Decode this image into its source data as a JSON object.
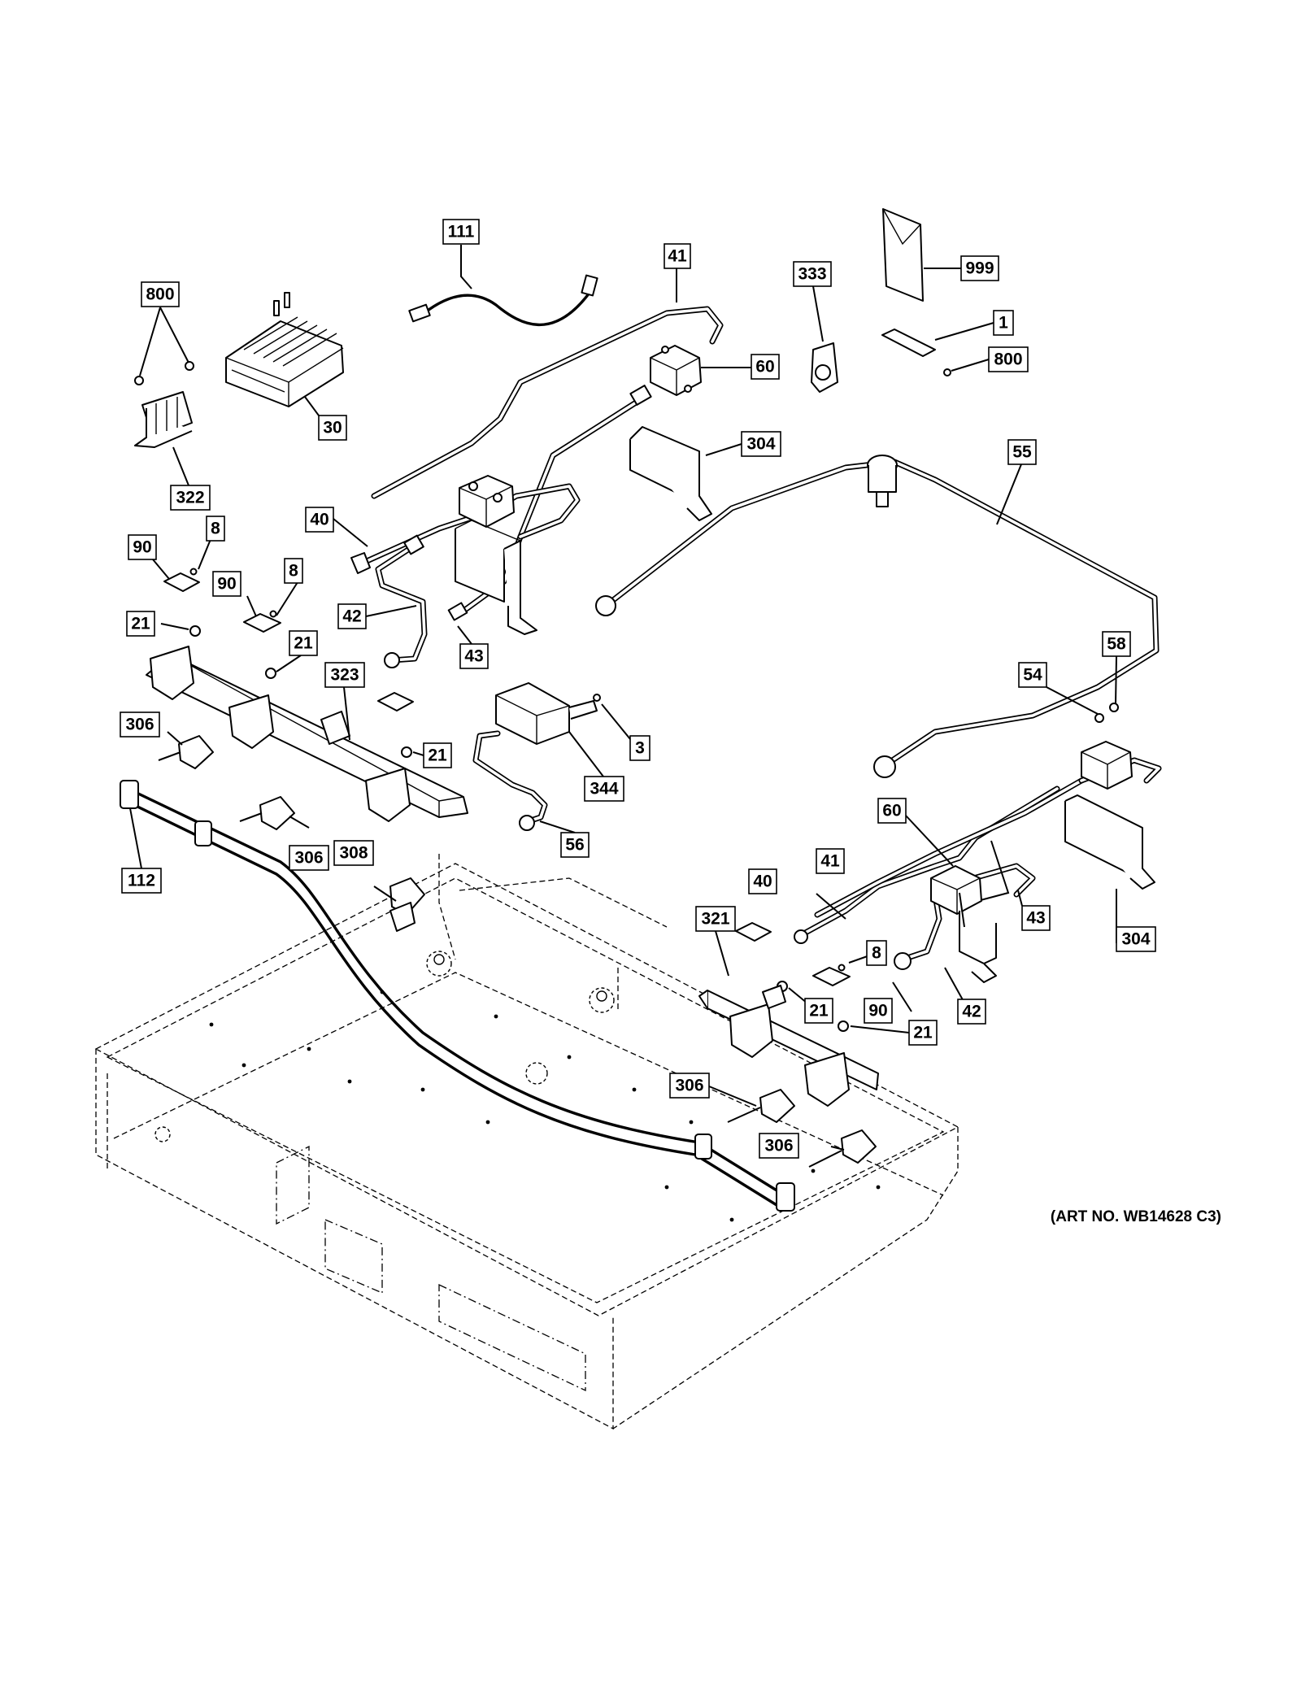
{
  "callouts": [
    {
      "id": "111",
      "label": "111"
    },
    {
      "id": "41-top",
      "label": "41"
    },
    {
      "id": "333",
      "label": "333"
    },
    {
      "id": "999",
      "label": "999"
    },
    {
      "id": "800-left",
      "label": "800"
    },
    {
      "id": "1",
      "label": "1"
    },
    {
      "id": "800-right",
      "label": "800"
    },
    {
      "id": "60-top",
      "label": "60"
    },
    {
      "id": "30",
      "label": "30"
    },
    {
      "id": "304-top",
      "label": "304"
    },
    {
      "id": "55",
      "label": "55"
    },
    {
      "id": "322",
      "label": "322"
    },
    {
      "id": "40-left",
      "label": "40"
    },
    {
      "id": "90-a",
      "label": "90"
    },
    {
      "id": "8-a",
      "label": "8"
    },
    {
      "id": "90-b",
      "label": "90"
    },
    {
      "id": "8-b",
      "label": "8"
    },
    {
      "id": "42-left",
      "label": "42"
    },
    {
      "id": "21-a",
      "label": "21"
    },
    {
      "id": "21-b",
      "label": "21"
    },
    {
      "id": "43-left",
      "label": "43"
    },
    {
      "id": "58",
      "label": "58"
    },
    {
      "id": "323",
      "label": "323"
    },
    {
      "id": "54",
      "label": "54"
    },
    {
      "id": "306-a",
      "label": "306"
    },
    {
      "id": "21-c",
      "label": "21"
    },
    {
      "id": "3",
      "label": "3"
    },
    {
      "id": "344",
      "label": "344"
    },
    {
      "id": "60-right",
      "label": "60"
    },
    {
      "id": "306-b",
      "label": "306"
    },
    {
      "id": "56",
      "label": "56"
    },
    {
      "id": "308",
      "label": "308"
    },
    {
      "id": "112",
      "label": "112"
    },
    {
      "id": "41-right",
      "label": "41"
    },
    {
      "id": "40-right",
      "label": "40"
    },
    {
      "id": "43-right",
      "label": "43"
    },
    {
      "id": "321",
      "label": "321"
    },
    {
      "id": "304-right",
      "label": "304"
    },
    {
      "id": "8-c",
      "label": "8"
    },
    {
      "id": "21-d",
      "label": "21"
    },
    {
      "id": "90-c",
      "label": "90"
    },
    {
      "id": "42-right",
      "label": "42"
    },
    {
      "id": "21-e",
      "label": "21"
    },
    {
      "id": "306-c",
      "label": "306"
    },
    {
      "id": "306-d",
      "label": "306"
    }
  ],
  "art_number": "(ART NO. WB14628 C3)"
}
